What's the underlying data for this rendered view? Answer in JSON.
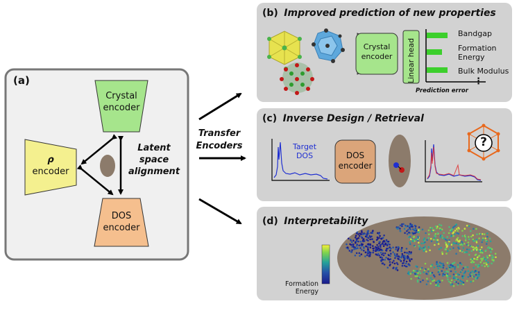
{
  "panel_a": {
    "label": "(a)",
    "crystal_encoder": [
      "Crystal",
      "encoder"
    ],
    "rho_encoder": [
      "ρ",
      "encoder"
    ],
    "dos_encoder": [
      "DOS",
      "encoder"
    ],
    "alignment_label": [
      "Latent",
      "space",
      "alignment"
    ],
    "encoder_colors": {
      "crystal": "#a6e58c",
      "rho": "#f4f08f",
      "dos": "#f5bf8e"
    }
  },
  "transfer_label": [
    "Transfer",
    "Encoders"
  ],
  "panel_b": {
    "label": "(b)",
    "title": "Improved prediction of new properties",
    "encoder": [
      "Crystal",
      "encoder"
    ],
    "linear_head": "Linear head",
    "properties": [
      "Bandgap",
      "Formation",
      "Energy",
      "Bulk Modulus"
    ],
    "ellipsis": "⋮",
    "axis_label": "Prediction error",
    "bar_values": [
      0.75,
      0.55,
      0.75
    ],
    "bar_color": "#3ccf2c"
  },
  "panel_c": {
    "label": "(c)",
    "title": "Inverse Design / Retrieval",
    "target_label": [
      "Target",
      "DOS"
    ],
    "encoder": [
      "DOS",
      "encoder"
    ],
    "question_mark": "?"
  },
  "panel_d": {
    "label": "(d)",
    "title": "Interpretability",
    "colorbar_label": [
      "Formation",
      "Energy"
    ]
  }
}
